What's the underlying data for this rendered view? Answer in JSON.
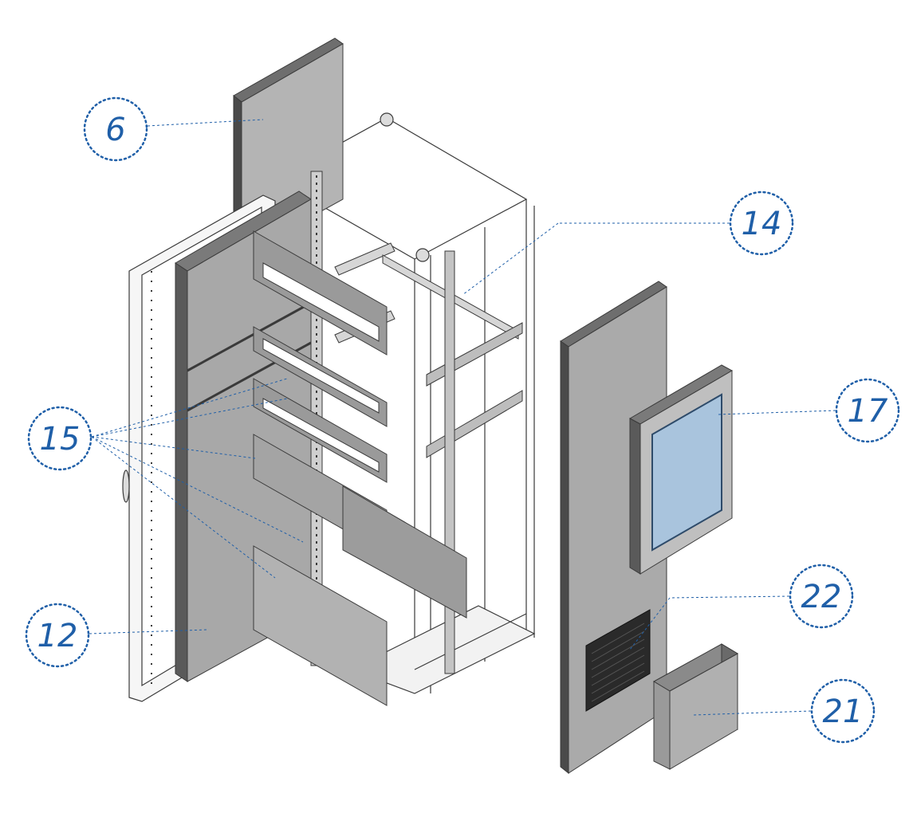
{
  "colors": {
    "callout": "#1f5fa8",
    "frame": "#f6f6f6",
    "panel_light": "#bdbdbd",
    "panel_mid": "#a6a6a6",
    "panel_dark": "#8a8a8a",
    "edge": "#3a3a3a",
    "window_glass": "#a9c4dd",
    "vent": "#2a2a2a"
  },
  "callouts": {
    "c6": "6",
    "c14": "14",
    "c15": "15",
    "c17": "17",
    "c12": "12",
    "c22": "22",
    "c21": "21"
  }
}
